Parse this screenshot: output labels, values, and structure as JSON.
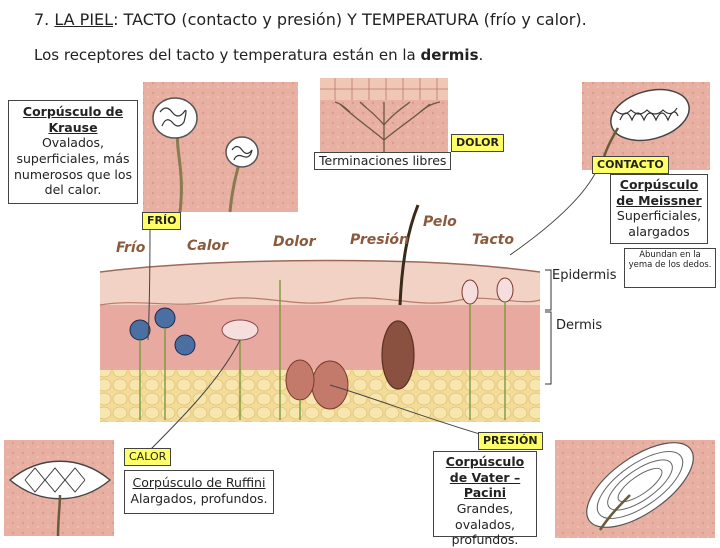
{
  "title": {
    "num": "7.",
    "underlined": "LA PIEL",
    "rest": ": TACTO (contacto y presión) Y TEMPERATURA (frío y calor)."
  },
  "subtitle": {
    "text": "Los receptores del tacto y temperatura están en la ",
    "bold": "dermis",
    "end": "."
  },
  "krause": {
    "name": "Corpúsculo de Krause",
    "desc": "Ovalados, superficiales, más numerosos que los del calor.",
    "tag": "FRÍO"
  },
  "libres": {
    "label": "Terminaciones libres",
    "tag": "DOLOR"
  },
  "meissner": {
    "tag": "CONTACTO",
    "name": "Corpúsculo de Meissner",
    "desc": "Superficiales, alargados",
    "note": "Abundan en la yema de los dedos."
  },
  "diagram_labels": {
    "frio": "Frío",
    "calor": "Calor",
    "dolor": "Dolor",
    "presion": "Presión",
    "pelo": "Pelo",
    "tacto": "Tacto"
  },
  "layers": {
    "epidermis": "Epidermis",
    "dermis": "Dermis"
  },
  "ruffini": {
    "tag": "CALOR",
    "name": "Corpúsculo de Ruffini",
    "desc": "Alargados, profundos."
  },
  "pacini": {
    "tag": "PRESIÓN",
    "name": "Corpúsculo de Vater – Pacini",
    "desc": "Grandes, ovalados, profundos."
  },
  "colors": {
    "skin_pink": "#e8b0a2",
    "highlight_yellow": "#ffff66",
    "nerve_green": "#7a9a3a"
  }
}
